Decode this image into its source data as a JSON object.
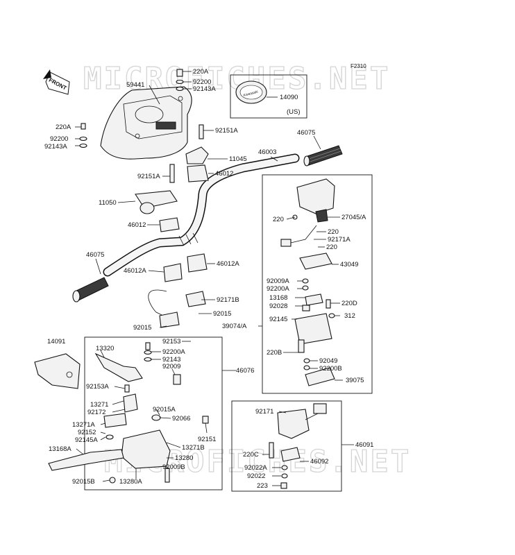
{
  "diagram": {
    "code": "F2310",
    "watermark_top": "MICROFICHES.NET",
    "watermark_bottom": "MICROFICHES.NET",
    "front_label": "FRONT",
    "emblem_text": "Kawasaki",
    "labels": {
      "p220A_top": "220A",
      "p92200_top": "92200",
      "p92143A_top": "92143A",
      "p59441": "59441",
      "p14090": "14090",
      "pUS": "(US)",
      "p220A_left": "220A",
      "p92200_left": "92200",
      "p92143A_left": "92143A",
      "p92151A_right": "92151A",
      "p46075_right": "46075",
      "p11045": "11045",
      "p46003": "46003",
      "p46012_top": "46012",
      "p92151A_left": "92151A",
      "p11050": "11050",
      "p46012_mid": "46012",
      "p46075_left": "46075",
      "p46012A_left": "46012A",
      "p46012A_right": "46012A",
      "p92171B": "92171B",
      "p92015_a": "92015",
      "p92015_b": "92015",
      "p220_a": "220",
      "p27045A": "27045/A",
      "p220_b": "220",
      "p92171A": "92171A",
      "p220_c": "220",
      "p43049": "43049",
      "p92009A": "92009A",
      "p92200A_r": "92200A",
      "p13168": "13168",
      "p92028": "92028",
      "p220D": "220D",
      "p92145": "92145",
      "p312": "312",
      "p39074A": "39074/A",
      "p220B": "220B",
      "p92049": "92049",
      "p92200B": "92200B",
      "p39075": "39075",
      "p14091": "14091",
      "p92153": "92153",
      "p13320": "13320",
      "p92200A_l": "92200A",
      "p92143": "92143",
      "p92009": "92009",
      "p46076": "46076",
      "p92153A": "92153A",
      "p13271": "13271",
      "p92172": "92172",
      "p92015A": "92015A",
      "p92066": "92066",
      "p13271A": "13271A",
      "p92151": "92151",
      "p92152": "92152",
      "p92145A": "92145A",
      "p13271B": "13271B",
      "p13168A": "13168A",
      "p13280": "13280",
      "p92009B": "92009B",
      "p92015B": "92015B",
      "p13280A": "13280A",
      "p92171": "92171",
      "p46091": "46091",
      "p220C": "220C",
      "p46092": "46092",
      "p92022A": "92022A",
      "p92022": "92022",
      "p223": "223"
    }
  }
}
